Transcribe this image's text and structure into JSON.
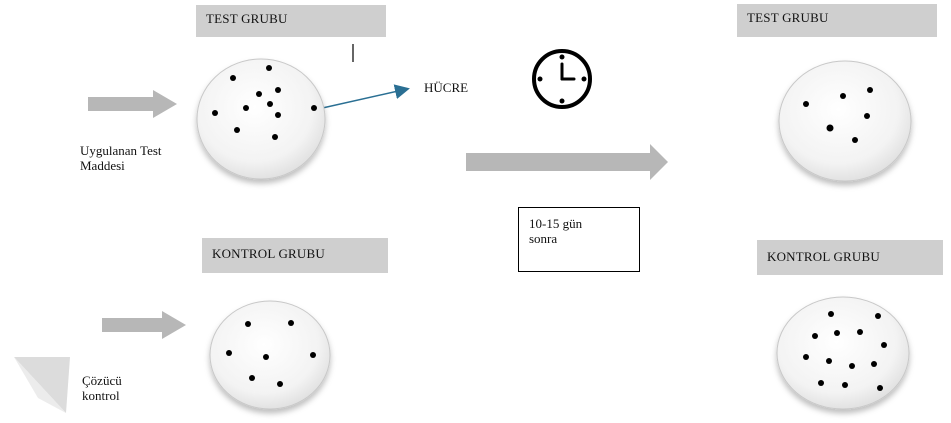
{
  "colors": {
    "banner": "#cfcfcf",
    "arrow_block": "#b7b7b7",
    "pointer_arrow": "#2a6f93",
    "dish_fill": "#f1f1f1",
    "dot": "#000000"
  },
  "test_group_left": {
    "title": "TEST GRUBU"
  },
  "test_group_right": {
    "title": "TEST GRUBU"
  },
  "control_group_left": {
    "title": "KONTROL GRUBU"
  },
  "control_group_right": {
    "title": "KONTROL GRUBU"
  },
  "cell_label": "HÜCRE",
  "applied_test_substance": {
    "line1": "Uygulanan Test",
    "line2": "Maddesi"
  },
  "solvent_control": {
    "line1": "Çözücü",
    "line2": "kontrol"
  },
  "time_box": {
    "line1": "10-15 gün",
    "line2": "sonra"
  },
  "icons": {
    "clock": "clock-icon",
    "arrow": "block-arrow-icon",
    "dish": "petri-dish-icon"
  }
}
